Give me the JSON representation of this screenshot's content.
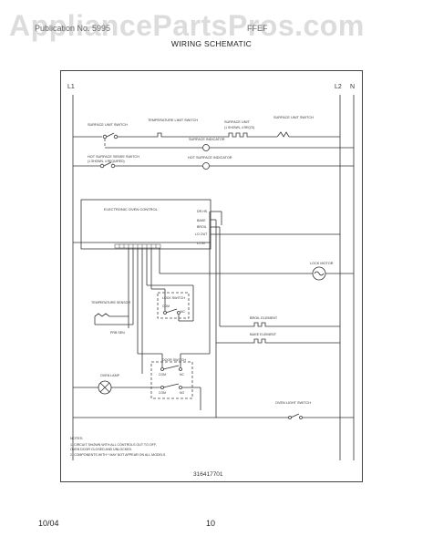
{
  "watermark": "AppliancePartsPros.com",
  "header": {
    "left": "Publication No. 5995",
    "right": "FFEF",
    "title": "WIRING SCHEMATIC"
  },
  "schematic": {
    "line_l1": "L1",
    "line_l2": "L2",
    "line_n": "N",
    "surface_unit_switch": "SURFACE UNIT SWITCH",
    "temp_limit_switch": "TEMPERATURE\nLIMIT SWITCH",
    "surface_unit": "SURFACE UNIT",
    "surface_unit_note": "(1 SHOWN, 4 REQ'D)",
    "surface_unit_switch_right": "SURFACE UNIT SWITCH",
    "surface_indicator": "SURFACE INDICATOR",
    "hot_surface_switch": "HOT SURFACE SENSE SWITCH",
    "hot_surface_switch_note": "(1 SHOWN, 4 REQUIRED)",
    "hot_surface_indicator": "HOT SURFACE INDICATOR",
    "eoc": "ELECTRONIC OVEN CONTROL",
    "terminals": [
      "DR HS",
      "BAKE",
      "BROIL",
      "LO OUT",
      "L1 IN"
    ],
    "temp_sensor": "TEMPERATURE\nSENSOR",
    "probe": "PRB SEN",
    "lock_switch": "LOCK SWITCH",
    "lock_com": "COM",
    "lock_nc": "NC",
    "lock_motor": "LOCK MOTOR",
    "broil_element": "BROIL ELEMENT",
    "bake_element": "BAKE ELEMENT",
    "door_switch": "DOOR SWITCH",
    "door_com": "COM",
    "door_nc": "NC",
    "door_no": "NO",
    "oven_lamp": "OVEN LAMP",
    "oven_light_switch": "OVEN LIGHT SWITCH",
    "notes_title": "NOTES:",
    "note_1": "1.  CIRCUIT SHOWN WITH ALL CONTROLS OUT TO OFF,",
    "note_1b": "    OVEN DOOR CLOSED AND UNLOCKED.",
    "note_2": "2.  COMPONENTS WITH * MAY NOT APPEAR ON ALL MODELS.",
    "part_number": "316417701"
  },
  "footer": {
    "date": "10/04",
    "page": "10"
  }
}
